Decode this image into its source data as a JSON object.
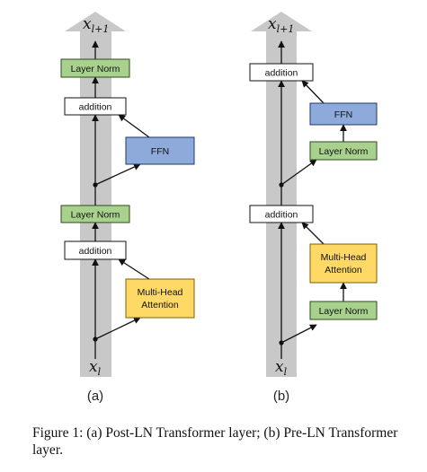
{
  "colors": {
    "band": "#c8c8c8",
    "layer_norm": "#a9d18e",
    "ffn": "#8eaadb",
    "attention": "#ffd966",
    "addition": "#ffffff"
  },
  "left": {
    "panel_label": "(a)",
    "input_var": "x",
    "input_sub": "l",
    "output_var": "x",
    "output_sub": "l+1",
    "top_layer_norm": "Layer Norm",
    "top_addition": "addition",
    "ffn": "FFN",
    "mid_layer_norm": "Layer Norm",
    "bottom_addition": "addition",
    "attention_line1": "Multi-Head",
    "attention_line2": "Attention"
  },
  "right": {
    "panel_label": "(b)",
    "input_var": "x",
    "input_sub": "l",
    "output_var": "x",
    "output_sub": "l+1",
    "top_addition": "addition",
    "ffn": "FFN",
    "ffn_layer_norm": "Layer Norm",
    "mid_addition": "addition",
    "attention_line1": "Multi-Head",
    "attention_line2": "Attention",
    "attn_layer_norm": "Layer Norm"
  },
  "caption": "Figure 1: (a) Post-LN Transformer layer; (b) Pre-LN Transformer layer."
}
